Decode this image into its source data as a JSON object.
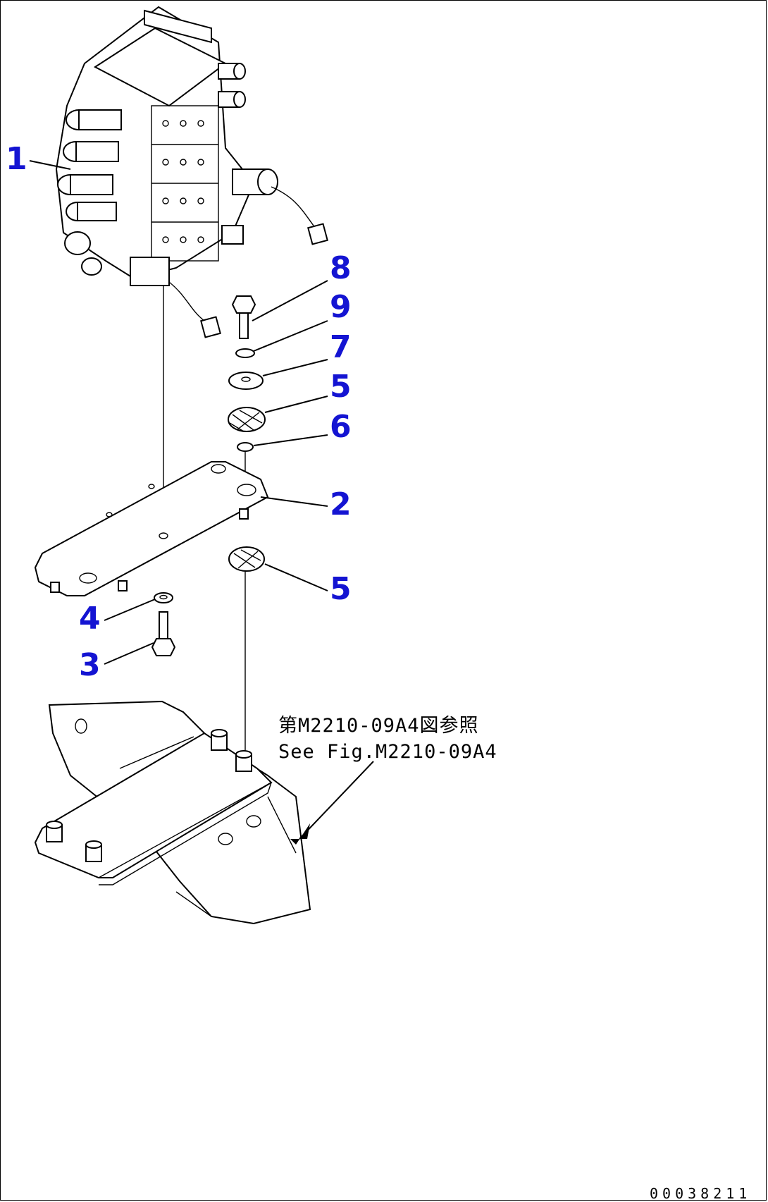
{
  "callouts": {
    "c1": "1",
    "c2": "2",
    "c3": "3",
    "c4": "4",
    "c5a": "5",
    "c5b": "5",
    "c6": "6",
    "c7": "7",
    "c8": "8",
    "c9": "9"
  },
  "reference": {
    "jp": "第M2210-09A4図参照",
    "en": "See Fig.M2210-09A4"
  },
  "drawing_code": "00038211",
  "colors": {
    "callout": "#1414d2",
    "line": "#000000",
    "background": "#ffffff"
  }
}
